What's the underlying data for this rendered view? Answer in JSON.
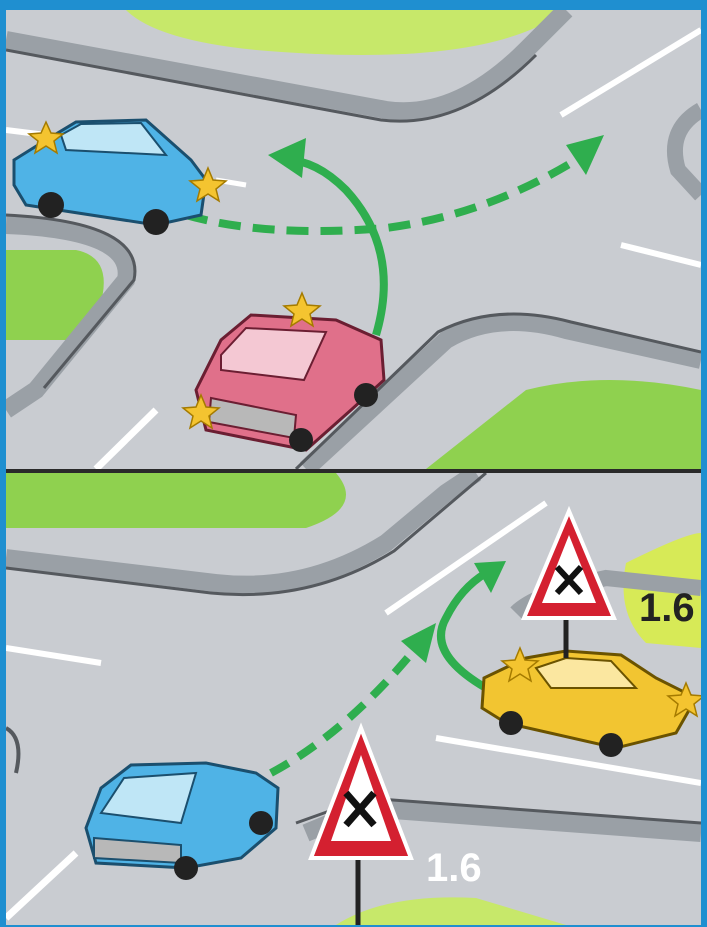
{
  "image": {
    "panels": [
      {
        "id": "top",
        "vehicles": [
          "blue-car",
          "pink-car"
        ],
        "paths": [
          "green-solid-left-turn-arrow",
          "green-dashed-straight-arrow"
        ]
      },
      {
        "id": "bottom",
        "vehicles": [
          "blue-car",
          "yellow-car"
        ],
        "paths": [
          "green-dashed-straight-arrow",
          "green-solid-left-turn-arrow"
        ],
        "signs": [
          {
            "label": "1.6",
            "icon": "intersection-cross-warning-icon"
          },
          {
            "label": "1.6",
            "icon": "intersection-cross-warning-icon"
          }
        ]
      }
    ],
    "colors": {
      "frame": "#1f8fd0",
      "road": "#c9ccd1",
      "grass": "#8fd14f",
      "arrow": "#2fae4e",
      "sign_border": "#d42030",
      "blue_car": "#4fb3e6",
      "pink_car": "#e0708a",
      "yellow_car": "#f2c531",
      "turn_signal": "#f4c430"
    }
  }
}
